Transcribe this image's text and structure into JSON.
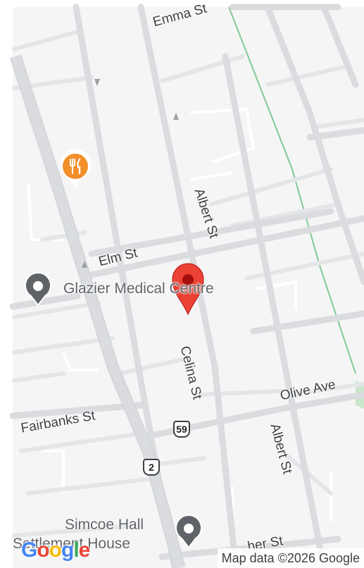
{
  "map": {
    "streets": {
      "emma": "Emma St",
      "albert_north": "Albert St",
      "elm": "Elm St",
      "celina": "Celina St",
      "olive": "Olive Ave",
      "fairbanks": "Fairbanks St",
      "albert_south": "Albert St",
      "fisher_partial": "her St"
    },
    "highway_shields": {
      "route_59": "59",
      "route_2": "2"
    },
    "places": {
      "glazier": "Glazier Medical Centre",
      "simcoe_line1": "Simcoe Hall",
      "simcoe_line2": "Settlement House"
    },
    "icons": {
      "restaurant": "restaurant-icon",
      "selected_pin": "location-pin-icon",
      "poi_pin": "poi-pin-icon"
    },
    "colors": {
      "background": "#f5f5f5",
      "road": "#dadce0",
      "trail": "#81c995",
      "restaurant": "#f28f2a",
      "pin_red": "#ea4335",
      "poi_gray": "#5f6368"
    },
    "footer": {
      "logo_letters": [
        "G",
        "o",
        "o",
        "g",
        "l",
        "e"
      ],
      "attribution": "Map data ©2026 Google"
    }
  }
}
